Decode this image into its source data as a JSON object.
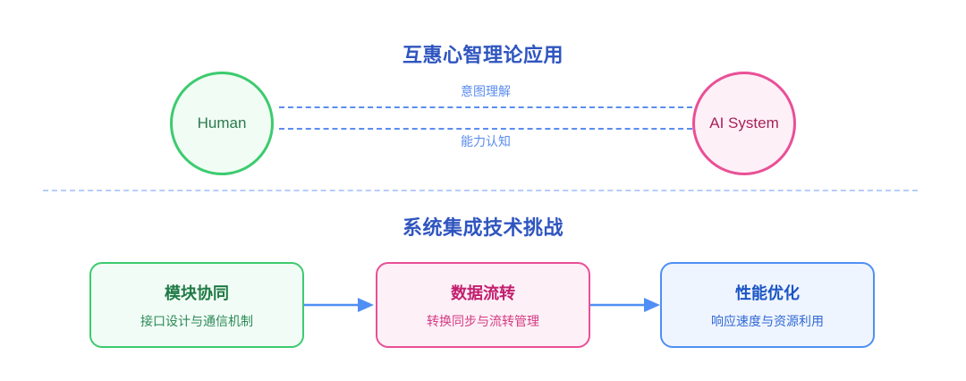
{
  "sections": [
    {
      "title": "互惠心智理论应用",
      "nodes": [
        {
          "label": "Human",
          "color": "#3ccb6e"
        },
        {
          "label": "AI System",
          "color": "#ea4f96"
        }
      ],
      "connectors": [
        {
          "label": "意图理解",
          "color": "#5b8def",
          "style": "dashed"
        },
        {
          "label": "能力认知",
          "color": "#5b8def",
          "style": "dashed"
        }
      ]
    },
    {
      "title": "系统集成技术挑战",
      "boxes": [
        {
          "title": "模块协同",
          "subtitle": "接口设计与通信机制",
          "color": "#3ccb6e"
        },
        {
          "title": "数据流转",
          "subtitle": "转换同步与流转管理",
          "color": "#ea4f96"
        },
        {
          "title": "性能优化",
          "subtitle": "响应速度与资源利用",
          "color": "#4f8ff5"
        }
      ],
      "arrows": [
        {
          "name": "arrow-module-to-data",
          "color": "#4f8ff5"
        },
        {
          "name": "arrow-data-to-perf",
          "color": "#4f8ff5"
        }
      ]
    }
  ],
  "divider": {
    "color": "#b7cdfa",
    "style": "dashed"
  },
  "theme": {
    "background": "#ffffff",
    "title_color": "#2f55bf"
  }
}
